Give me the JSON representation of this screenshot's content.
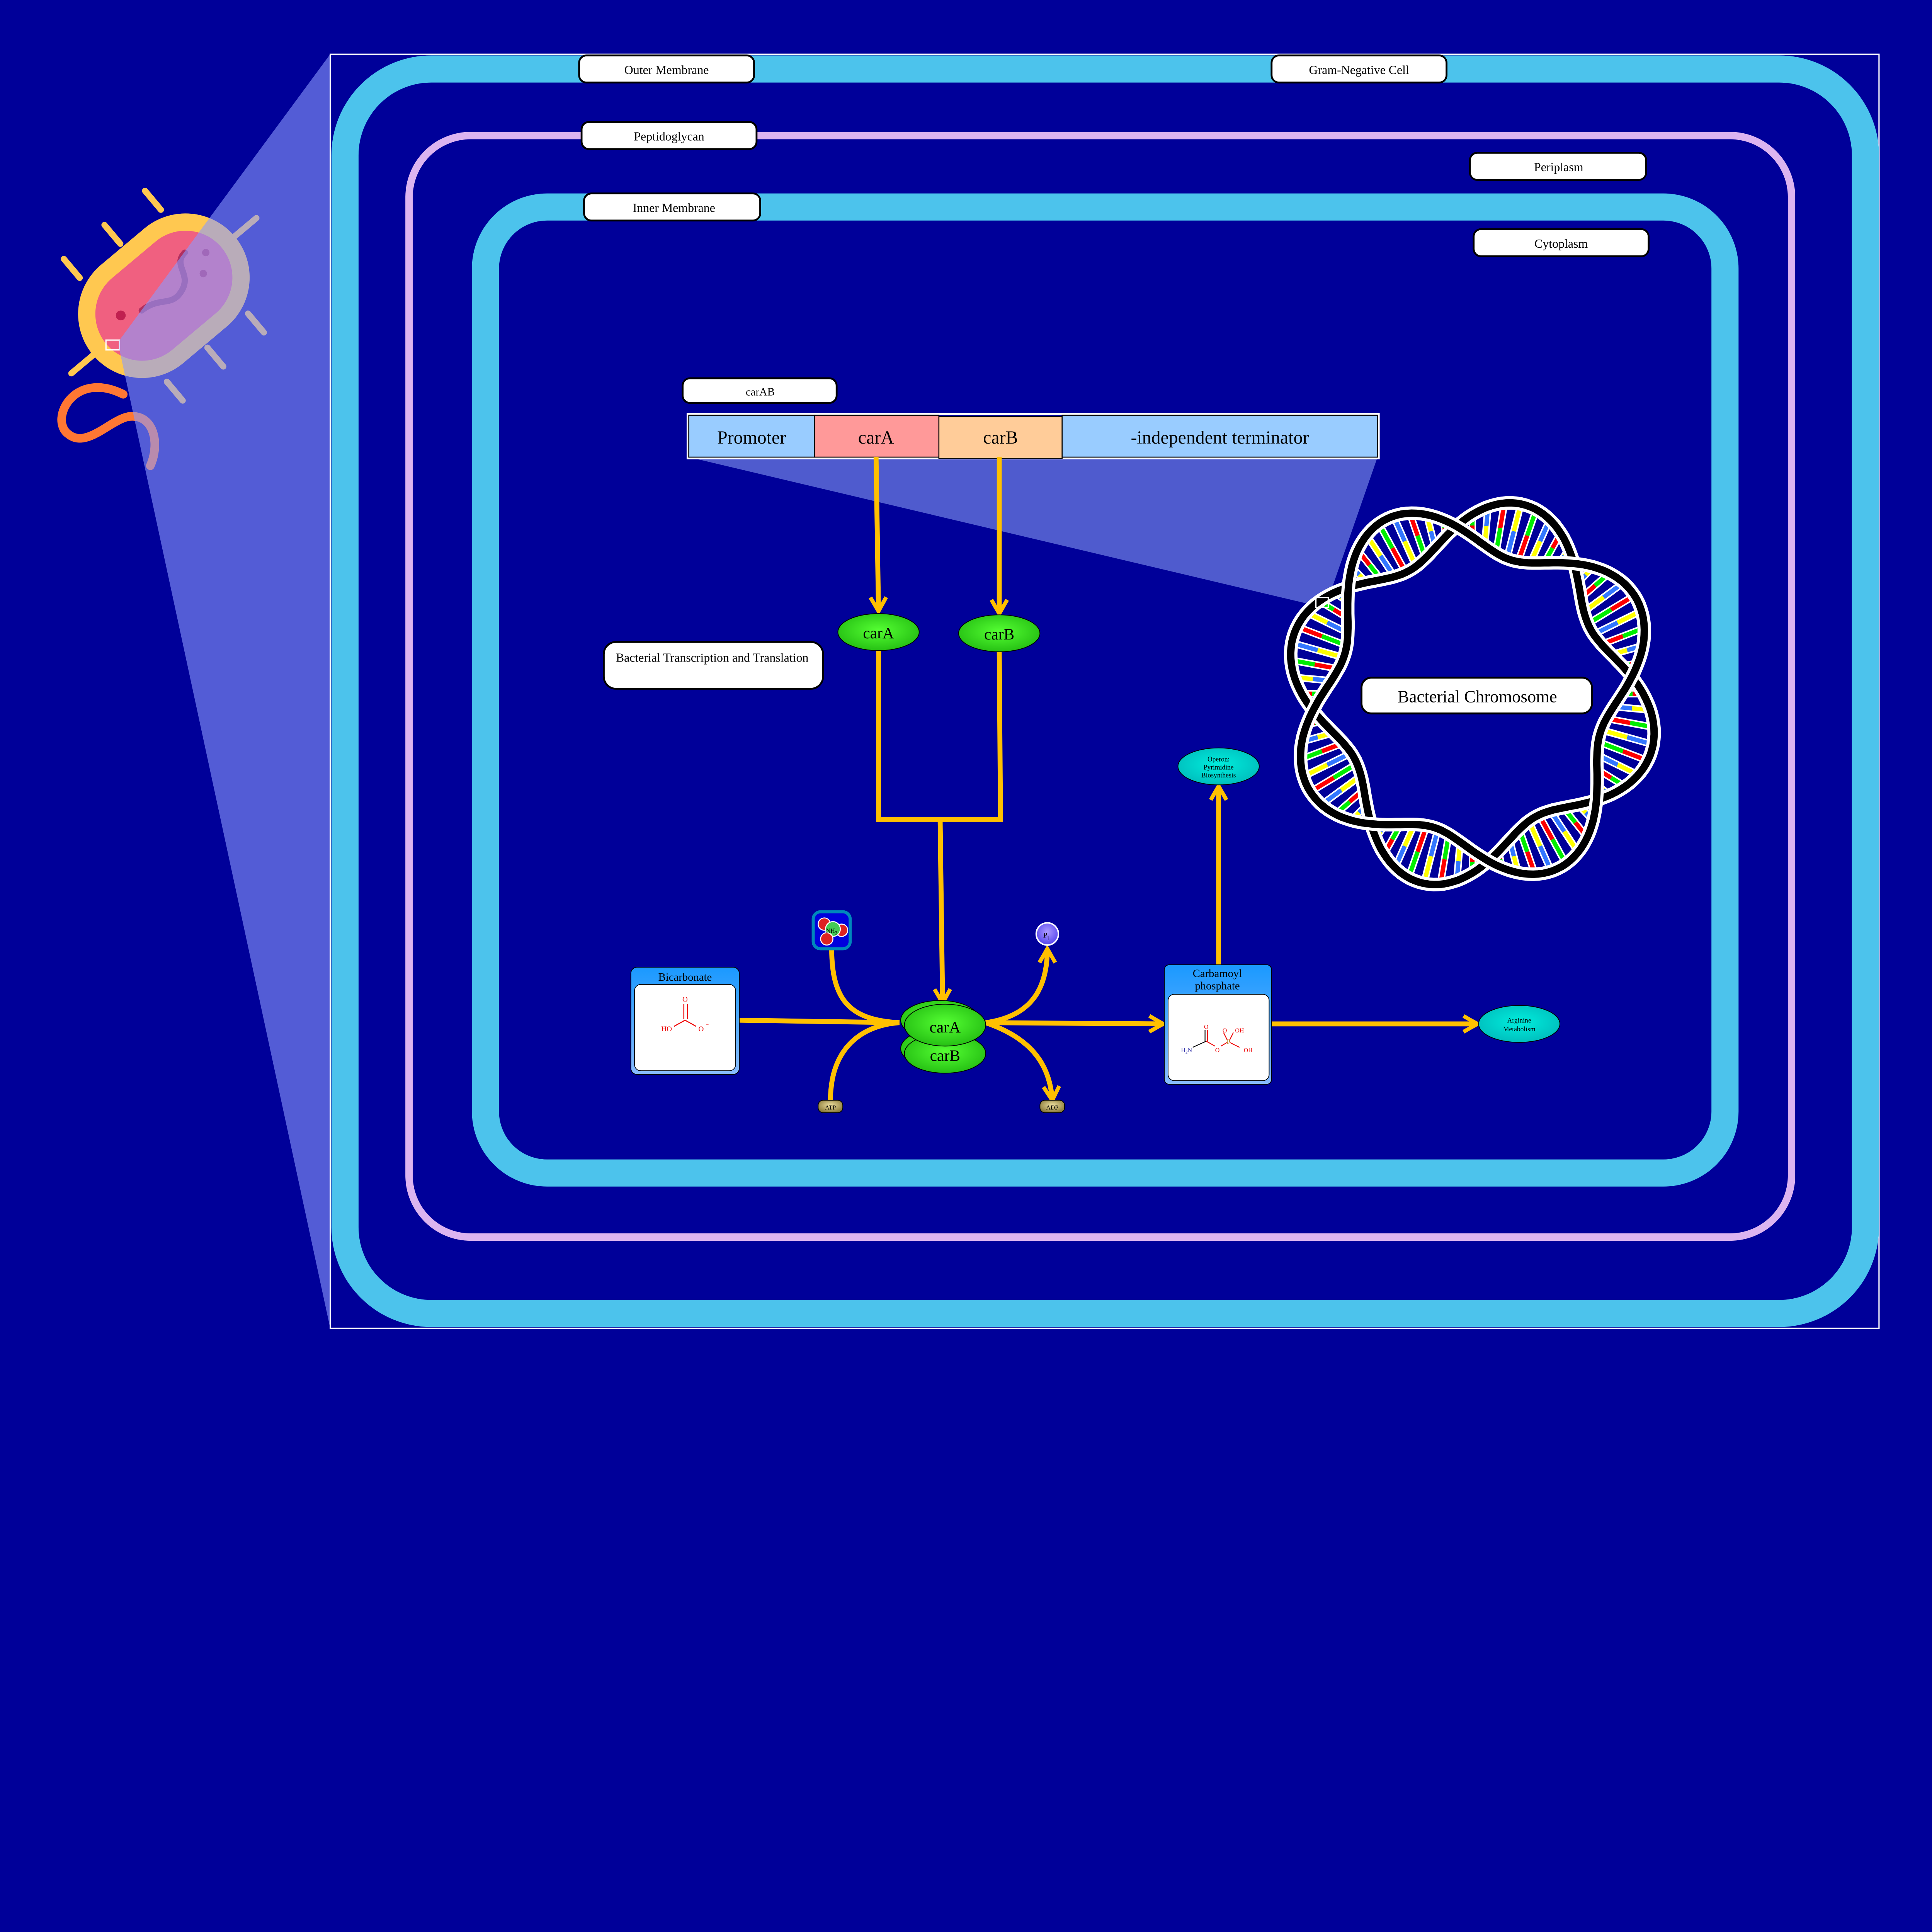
{
  "title": "Gram-Negative Cell",
  "compartments": {
    "outer_membrane": "Outer Membrane",
    "cell": "Gram-Negative Cell",
    "peptidoglycan": "Peptidoglycan",
    "periplasm": "Periplasm",
    "inner_membrane": "Inner Membrane",
    "cytoplasm": "Cytoplasm"
  },
  "operon": {
    "name": "carAB",
    "segments": [
      "Promoter",
      "carA",
      "carB",
      "-independent terminator"
    ]
  },
  "process_label": "Bacterial Transcription and Translation",
  "genes": {
    "carA": "carA",
    "carB": "carB"
  },
  "enzyme": {
    "carA": "carA",
    "carB": "carB"
  },
  "metabolites": {
    "bicarbonate": {
      "title": "Bicarbonate",
      "atoms": [
        "O",
        "HO",
        "O",
        "−"
      ]
    },
    "ammonia": {
      "label": "NH",
      "sub": "3"
    },
    "phosphate": {
      "label": "P",
      "sub": "i"
    },
    "atp": "ATP",
    "adp": "ADP",
    "carbamoyl_phosphate": {
      "title_line1": "Carbamoyl",
      "title_line2": "phosphate",
      "atoms": [
        "O",
        "O",
        "OH",
        "H",
        "2",
        "N",
        "O",
        "P",
        "OH"
      ]
    }
  },
  "pathways": {
    "pyrimidine": [
      "Operon:",
      "Pyrimidine",
      "Biosynthesis"
    ],
    "arginine": [
      "Arginine",
      "Metabolism"
    ]
  },
  "chromosome_label": "Bacterial Chromosome",
  "colors": {
    "background": "#000099",
    "membrane": "#4cc3ec",
    "peptidoglycan": "#dcb4f0",
    "arrow": "#ffc000",
    "gene": "#33dd22",
    "pathway": "#00cccc"
  }
}
